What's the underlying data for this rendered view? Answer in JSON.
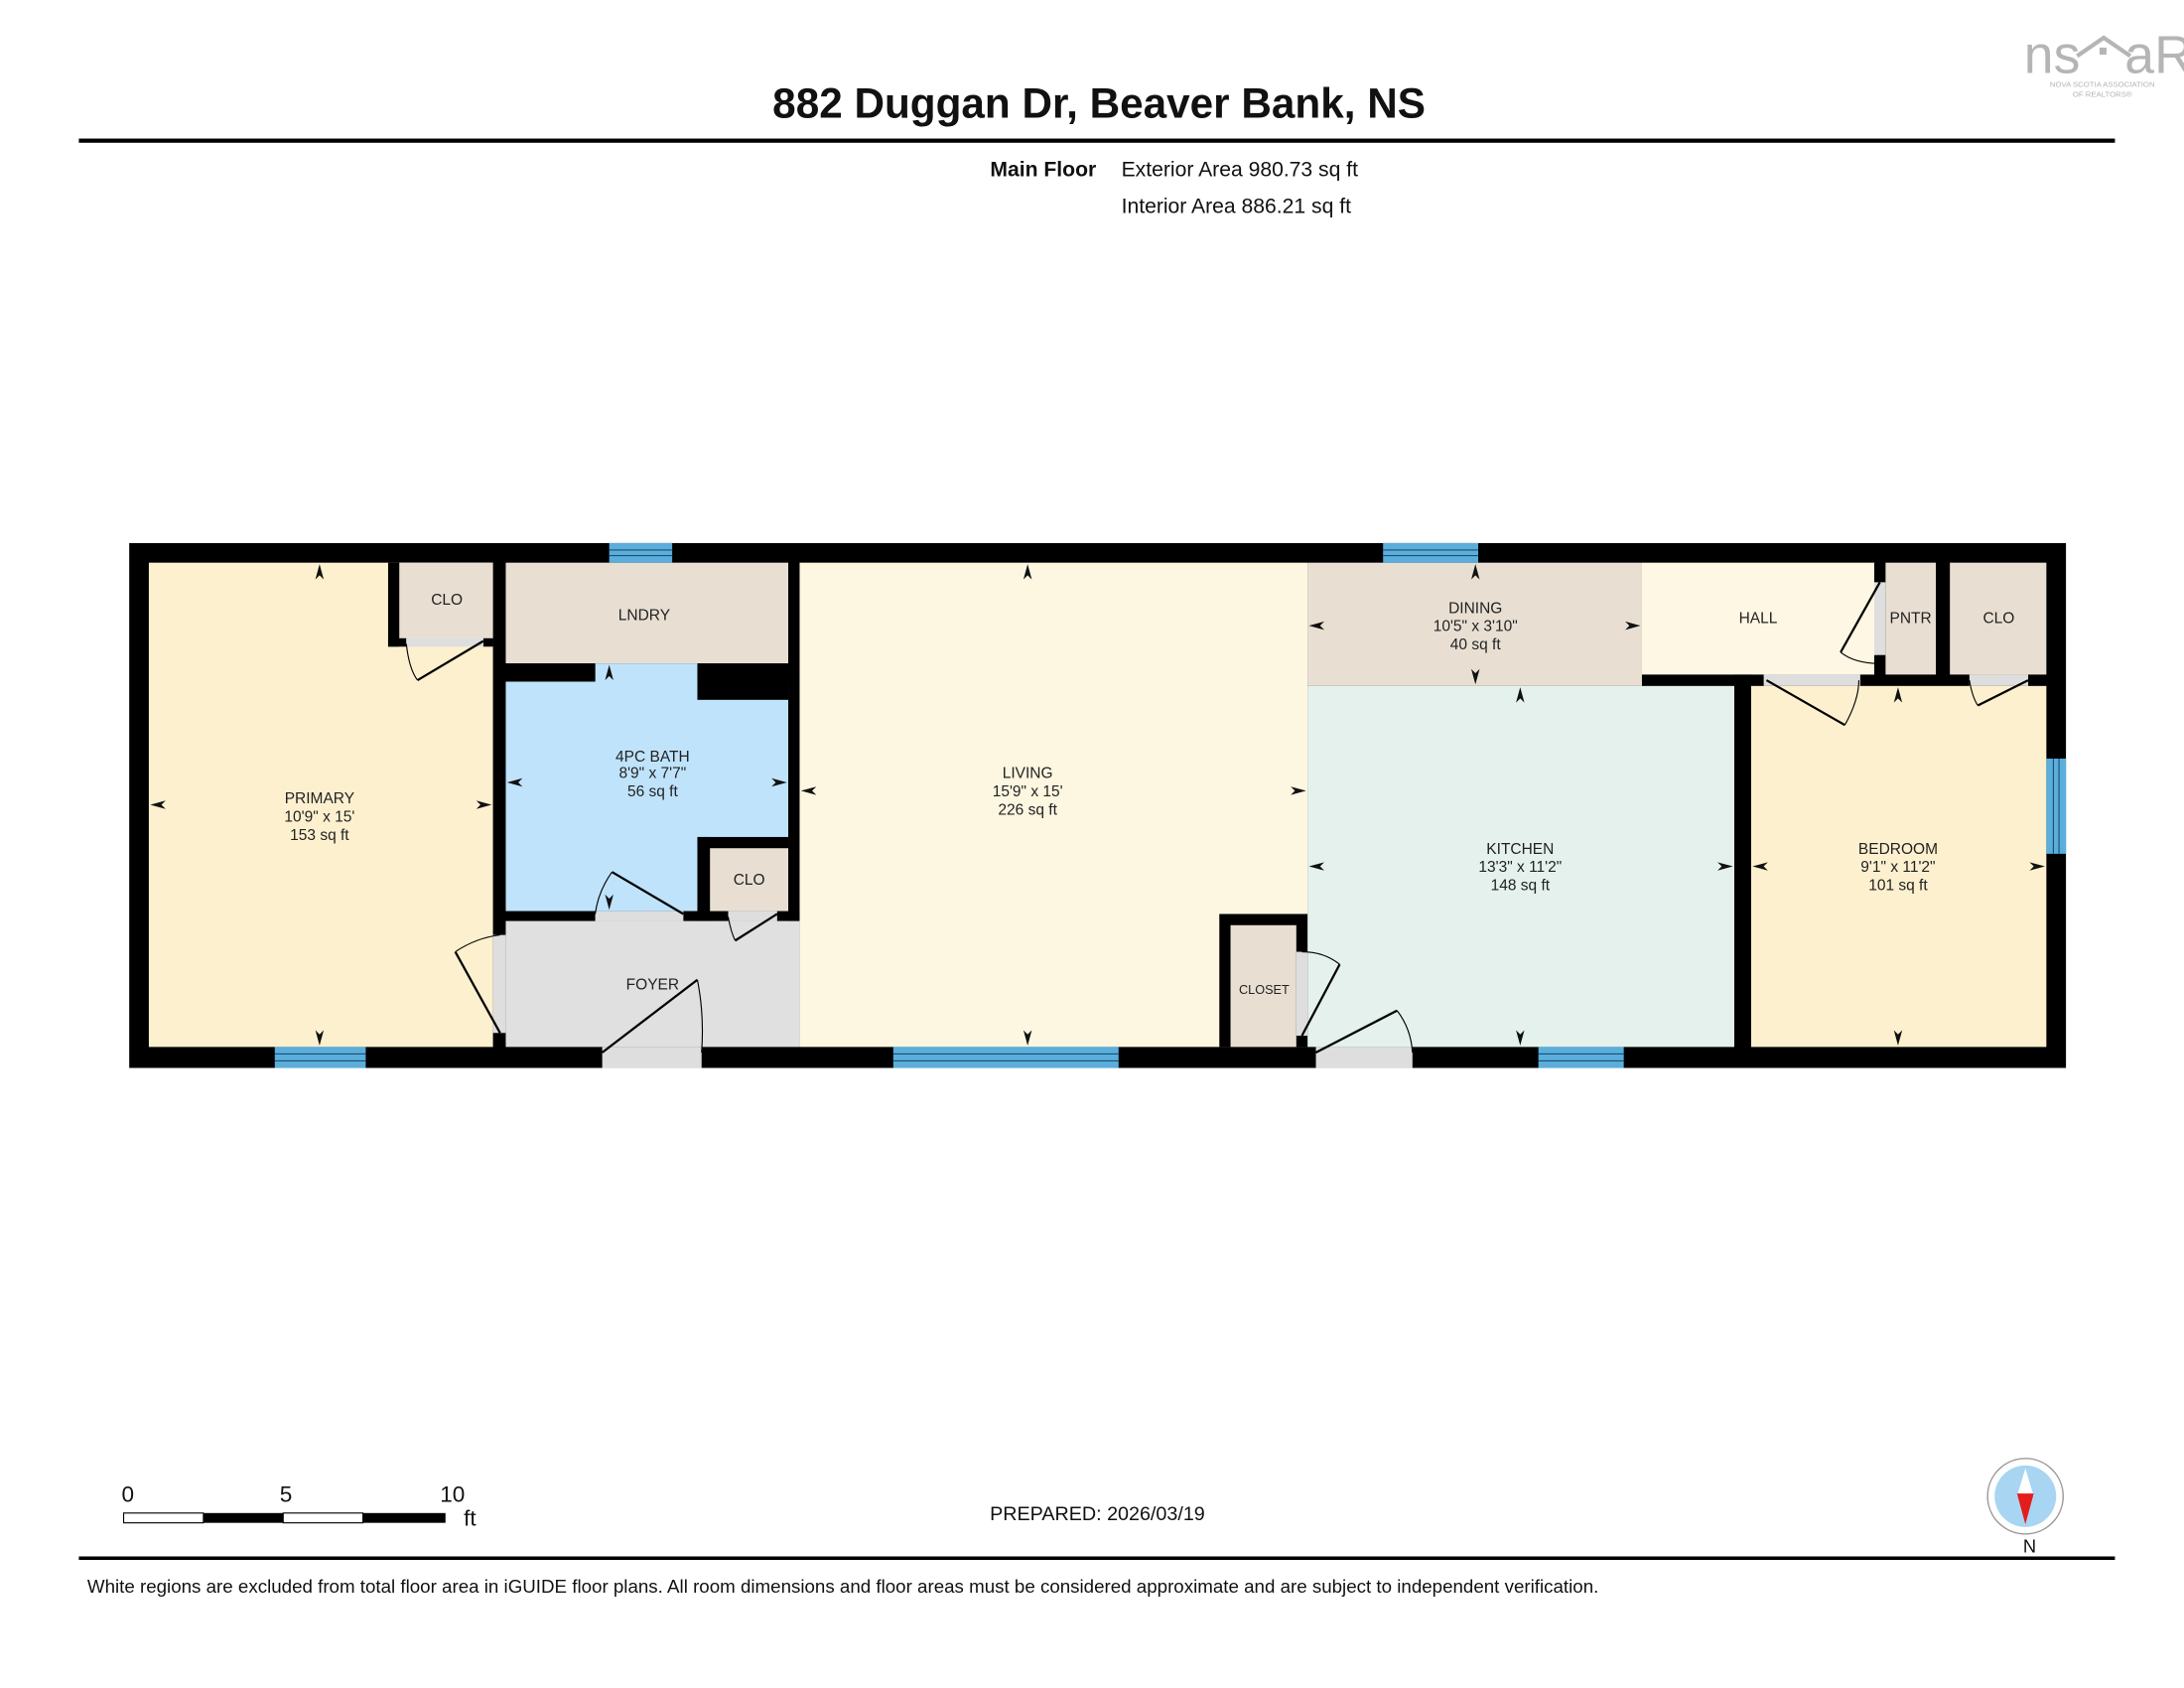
{
  "header": {
    "title": "882 Duggan Dr, Beaver Bank, NS",
    "floor_label": "Main Floor",
    "exterior_area": "Exterior Area 980.73 sq ft",
    "interior_area": "Interior Area 886.21 sq ft"
  },
  "logo": {
    "text": "nsar",
    "subtitle_1": "NOVA SCOTIA ASSOCIATION",
    "subtitle_2": "OF REALTORS®"
  },
  "rooms": {
    "primary": {
      "name": "PRIMARY",
      "dims": "10'9\" x 15'",
      "area": "153 sq ft",
      "color": "#fdf0cf"
    },
    "primary_clo": {
      "name": "CLO"
    },
    "laundry": {
      "name": "LNDRY"
    },
    "bath": {
      "name": "4PC BATH",
      "dims": "8'9\" x 7'7\"",
      "area": "56 sq ft",
      "color": "#bfe3fb"
    },
    "bath_clo": {
      "name": "CLO"
    },
    "foyer": {
      "name": "FOYER"
    },
    "living": {
      "name": "LIVING",
      "dims": "15'9\" x 15'",
      "area": "226 sq ft",
      "color": "#fdf6e1"
    },
    "dining": {
      "name": "DINING",
      "dims": "10'5\" x 3'10\"",
      "area": "40 sq ft"
    },
    "hall": {
      "name": "HALL"
    },
    "pantry": {
      "name": "PNTR"
    },
    "hall_clo": {
      "name": "CLO"
    },
    "kitchen": {
      "name": "KITCHEN",
      "dims": "13'3\" x 11'2\"",
      "area": "148 sq ft",
      "color": "#e4f1ec"
    },
    "bedroom": {
      "name": "BEDROOM",
      "dims": "9'1\" x 11'2\"",
      "area": "101 sq ft",
      "color": "#fdf0cf"
    },
    "closet": {
      "name": "CLOSET"
    }
  },
  "scale_bar": {
    "labels": [
      "0",
      "5",
      "10"
    ],
    "unit": "ft"
  },
  "prepared": "PREPARED: 2026/03/19",
  "compass": {
    "label": "N",
    "icon": "north-arrow-compass-icon"
  },
  "disclaimer": "White regions are excluded from total floor area in iGUIDE floor plans. All room dimensions and floor areas must be considered approximate and are subject to independent verification.",
  "colors": {
    "window": "#5aaedc",
    "wall": "#000000",
    "utility": "#e8dfd2",
    "foyer": "#e0e0e0"
  }
}
